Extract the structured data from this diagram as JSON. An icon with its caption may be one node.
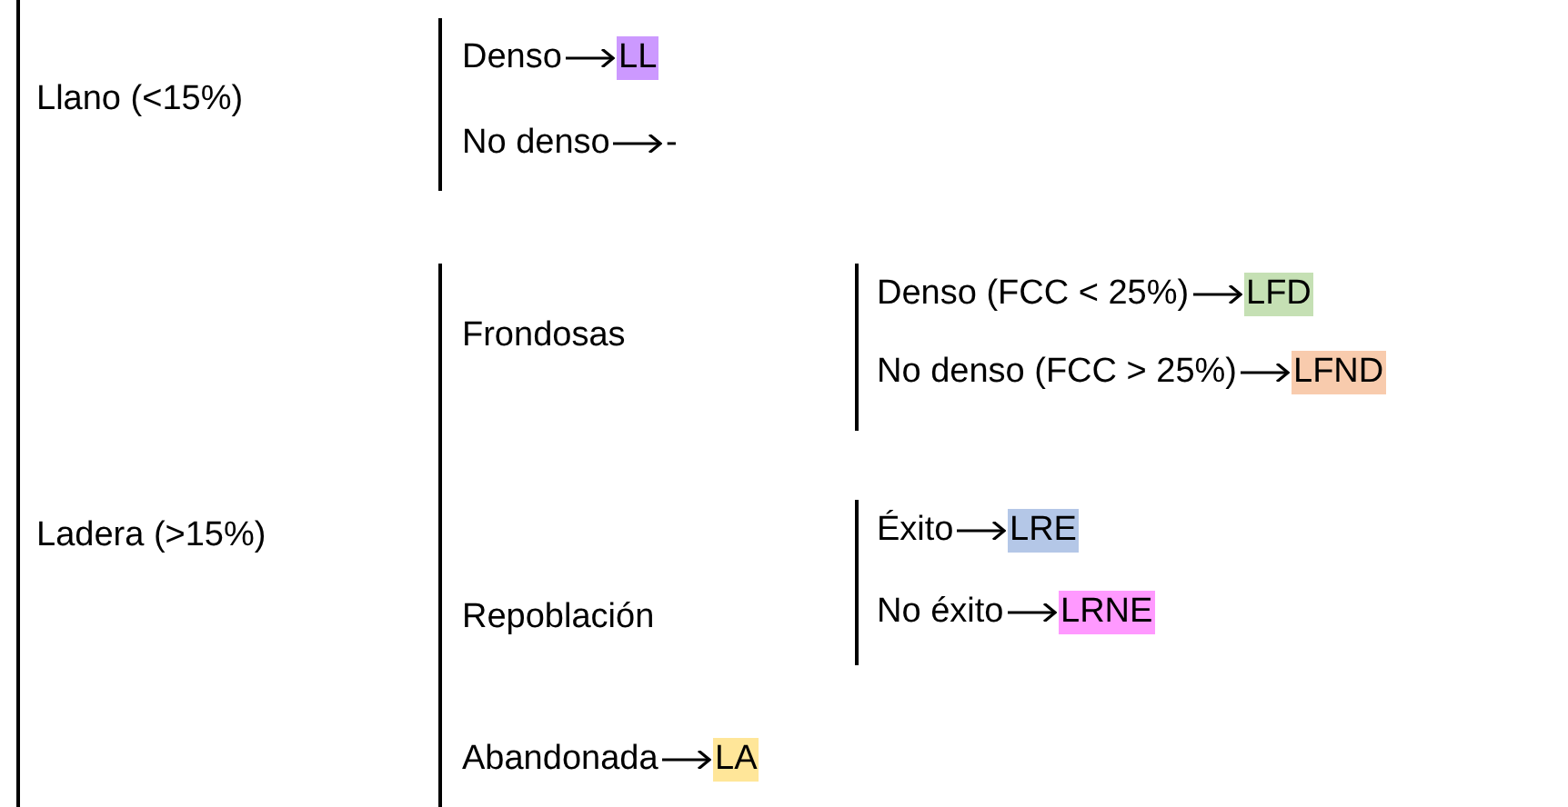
{
  "diagram": {
    "nodes": [
      {
        "text": [
          "Llano (<15%)"
        ]
      },
      {
        "text": [
          "Denso"
        ]
      },
      {
        "text": [
          "LL"
        ]
      },
      {
        "text": [
          "No denso"
        ]
      },
      {
        "text": [
          "-"
        ]
      },
      {
        "text": [
          "Ladera (>15%)"
        ]
      },
      {
        "text": [
          "Frondosas"
        ]
      },
      {
        "text": [
          "Denso (FCC < 25%)"
        ]
      },
      {
        "text": [
          "LFD"
        ]
      },
      {
        "text": [
          "No denso (FCC > 25%)"
        ]
      },
      {
        "text": [
          "LFND"
        ]
      },
      {
        "text": [
          "Repoblación"
        ]
      },
      {
        "text": [
          "Éxito"
        ]
      },
      {
        "text": [
          "LRE"
        ]
      },
      {
        "text": [
          "No éxito"
        ]
      },
      {
        "text": [
          "LRNE"
        ]
      },
      {
        "text": [
          "Abandonada"
        ]
      },
      {
        "text": [
          "LA"
        ]
      }
    ],
    "edges": [
      {
        "from": 1,
        "to": 2,
        "arrow": "to"
      },
      {
        "from": 3,
        "to": 4,
        "arrow": "to"
      },
      {
        "from": 7,
        "to": 8,
        "arrow": "to"
      },
      {
        "from": 9,
        "to": 10,
        "arrow": "to"
      },
      {
        "from": 12,
        "to": 13,
        "arrow": "to"
      },
      {
        "from": 14,
        "to": 15,
        "arrow": "to"
      },
      {
        "from": 16,
        "to": 17,
        "arrow": "to"
      }
    ]
  }
}
